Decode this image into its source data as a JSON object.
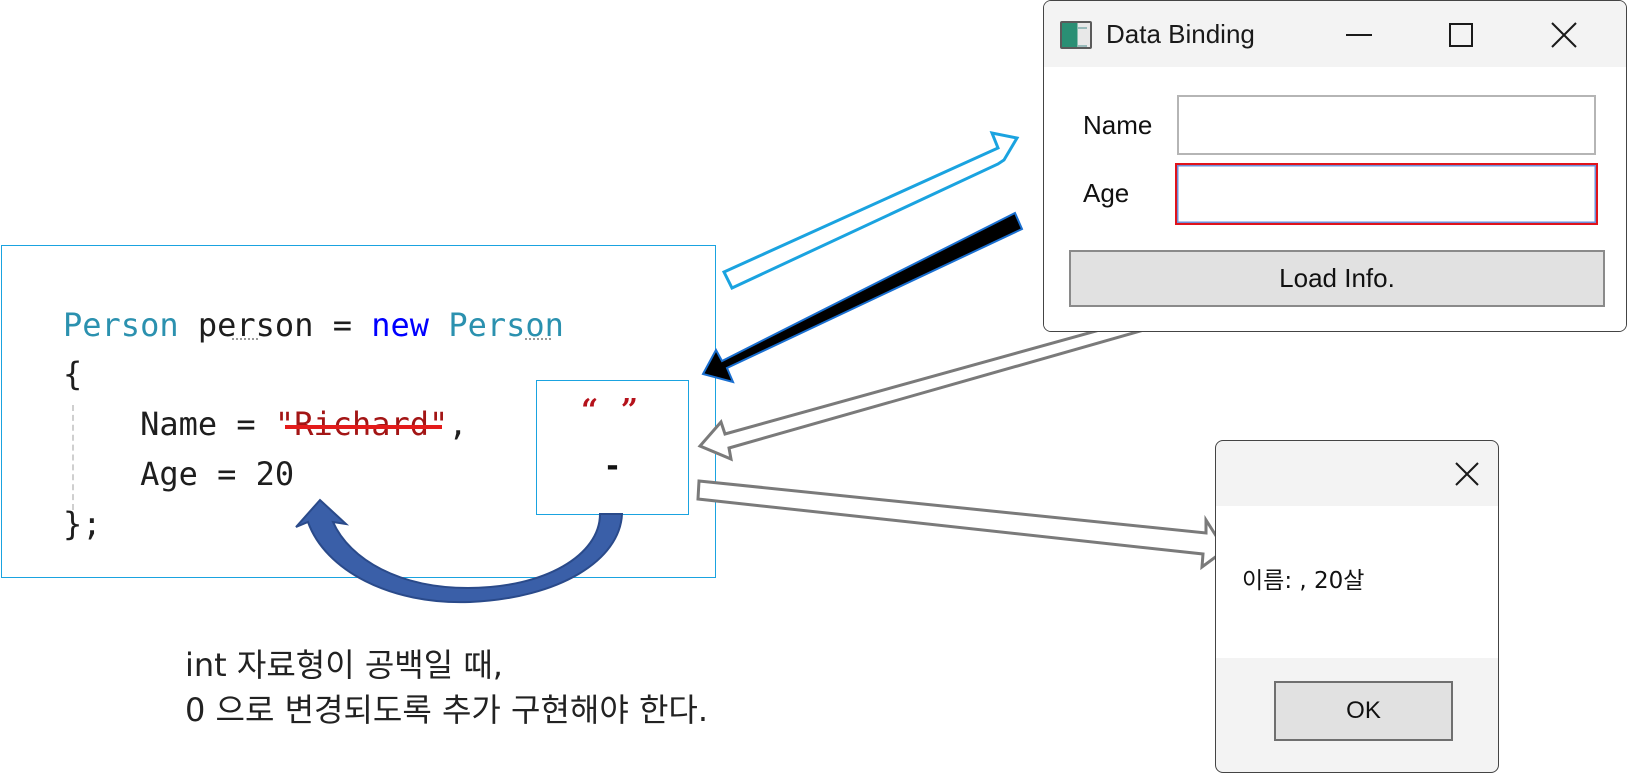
{
  "code": {
    "line1": {
      "type1": "Person",
      "var": " person = ",
      "kw": "new",
      "type2": " Person"
    },
    "line2": "{",
    "line3": {
      "prefix": "    Name = ",
      "str_q1": "\"",
      "str_body": "Richard",
      "str_q2": "\"",
      "suffix": ","
    },
    "line4": "    Age = 20",
    "line5": "};"
  },
  "popup": {
    "quotes": "“ ”",
    "dash": "-"
  },
  "main_window": {
    "title": "Data Binding",
    "name_label": "Name",
    "age_label": "Age",
    "name_value": "",
    "age_value": "",
    "load_button": "Load Info."
  },
  "message_box": {
    "text": "이름: , 20살",
    "ok_button": "OK"
  },
  "caption": {
    "line1": "int 자료형이 공백일 때,",
    "line2": "0 으로 변경되도록 추가 구현해야 한다."
  },
  "colors": {
    "frame_blue": "#1aa3e0",
    "error_red": "#e0131b",
    "curve_blue": "#3a5fa8",
    "type_teal": "#2b91af",
    "keyword_blue": "#0000ff"
  }
}
